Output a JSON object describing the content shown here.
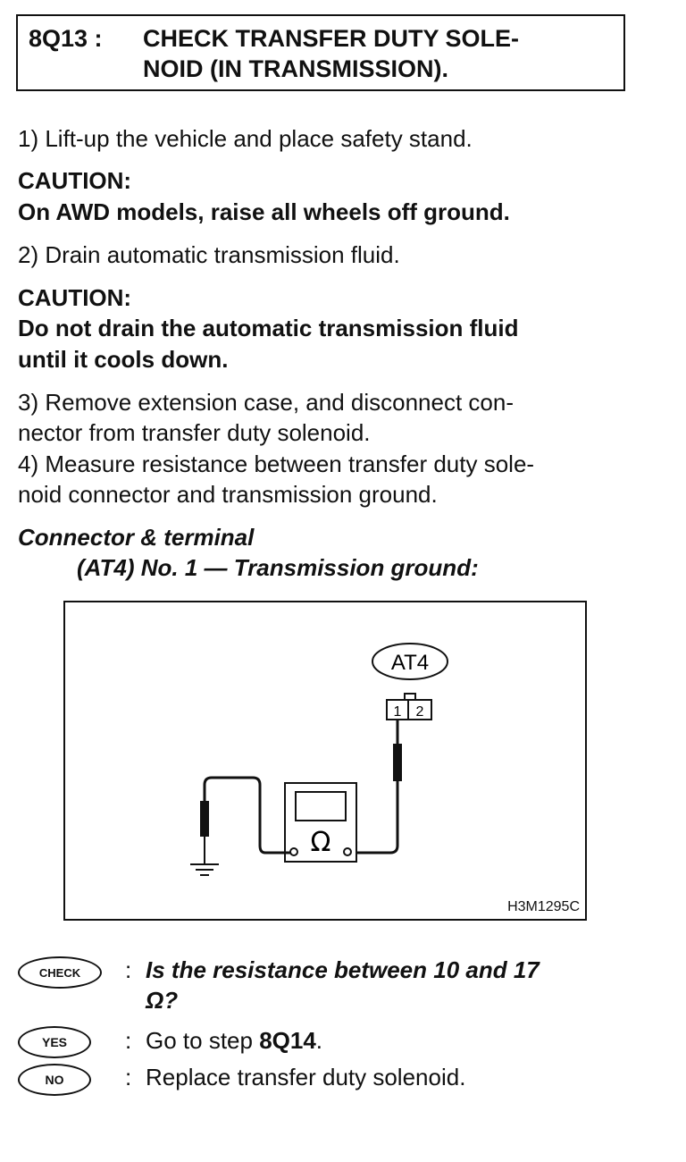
{
  "header": {
    "step_number": "8Q13 :",
    "title_line1": "CHECK TRANSFER DUTY SOLE-",
    "title_line2": "NOID (IN TRANSMISSION)."
  },
  "steps": [
    "1)  Lift-up the vehicle and place safety stand.",
    "2)  Drain automatic transmission fluid.",
    "3)  Remove extension case, and disconnect con-",
    "nector from transfer duty solenoid.",
    "4)  Measure resistance between transfer duty sole-",
    "noid connector and transmission ground."
  ],
  "cautions": [
    {
      "label": "CAUTION:",
      "line1": "On AWD models, raise all wheels off ground.",
      "line2": ""
    },
    {
      "label": "CAUTION:",
      "line1": "Do not drain the automatic transmission fluid",
      "line2": "until it cools down."
    }
  ],
  "connector": {
    "heading": "Connector & terminal",
    "detail": "(AT4) No. 1 — Transmission ground:"
  },
  "figure": {
    "connector_label": "AT4",
    "pin1": "1",
    "pin2": "2",
    "meter_symbol": "Ω",
    "code": "H3M1295C"
  },
  "check": {
    "badge": "CHECK",
    "colon": ":",
    "question_line1": "Is the resistance between 10 and 17",
    "question_line2": "Ω?"
  },
  "yes": {
    "badge": "YES",
    "colon": ":",
    "prefix": "Go to step ",
    "target": "8Q14",
    "suffix": "."
  },
  "no": {
    "badge": "NO",
    "colon": ":",
    "text": "Replace transfer duty solenoid."
  }
}
